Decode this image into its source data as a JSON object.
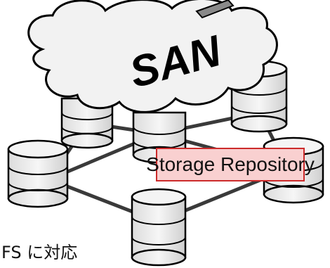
{
  "diagram": {
    "cloud_label": "SAN",
    "repository_label": "Storage Repository",
    "footer_text": "FS に対応"
  },
  "colors": {
    "background": "#ffffff",
    "disk_fill": "#eeeeee",
    "disk_stroke": "#000000",
    "cloud_fill": "#f2f2f2",
    "label_fill": "#f9d0d0",
    "label_border": "#cc2b2b",
    "server_box": "#8a8a8a"
  }
}
